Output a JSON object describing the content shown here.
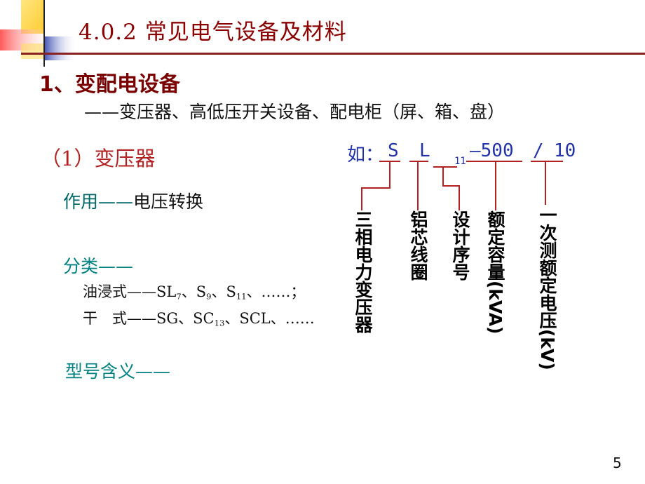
{
  "title": "4.0.2 常见电气设备及材料",
  "heading1": "1、变配电设备",
  "heading1_sub": "——变压器、高低压开关设备、配电柜（屏、箱、盘）",
  "section": "（1）变压器",
  "function": {
    "label": "作用——",
    "text": "电压转换"
  },
  "classification": {
    "label": "分类——",
    "oil": {
      "name": "油浸式——",
      "items": [
        "SL",
        "7",
        "、S",
        "9",
        "、S",
        "11",
        "、……；"
      ]
    },
    "dry": {
      "name": "干　式——",
      "items": [
        "SG、SC",
        "13",
        "、SCL、……"
      ]
    }
  },
  "model_meaning": "型号含义——",
  "example": {
    "prefix": "如：",
    "s": "S",
    "l": "L",
    "sub11": "11",
    "capacity": "—500",
    "slash": "/",
    "voltage": "10"
  },
  "annotations": {
    "phase": "三相电力变压器",
    "core": "铝芯线圈",
    "design": "设计序号",
    "rated_capacity": "额定容量(kVA)",
    "primary_voltage": "一次测额定电压(kV)"
  },
  "page_number": "5",
  "colors": {
    "title": "#8B0000",
    "line": "#B22222",
    "example_text": "#2233aa",
    "teal": "#008080"
  }
}
